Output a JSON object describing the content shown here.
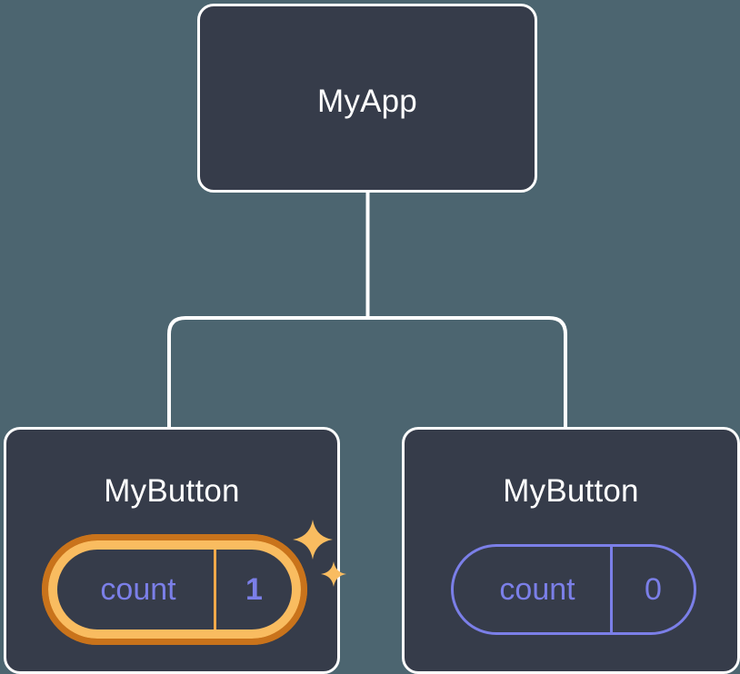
{
  "diagram": {
    "type": "component-tree",
    "title_hidden": true,
    "background_color": "#4c6570",
    "node_fill_color": "#363c4a",
    "node_border_color": "#ffffff",
    "connector_color": "#ffffff",
    "accent_highlight_color": "#f9bc60",
    "accent_highlight_outer_color": "#c9731b",
    "accent_state_color": "#7b7fe8"
  },
  "nodes": {
    "root": {
      "label": "MyApp"
    },
    "child_left": {
      "label": "MyButton",
      "state": {
        "key": "count",
        "value": "1",
        "highlighted": true,
        "sparkle_icons": [
          "sparkle-icon-large",
          "sparkle-icon-small"
        ]
      }
    },
    "child_right": {
      "label": "MyButton",
      "state": {
        "key": "count",
        "value": "0",
        "highlighted": false
      }
    }
  },
  "edges": [
    {
      "from": "MyApp",
      "to": "MyButton (left)"
    },
    {
      "from": "MyApp",
      "to": "MyButton (right)"
    }
  ]
}
